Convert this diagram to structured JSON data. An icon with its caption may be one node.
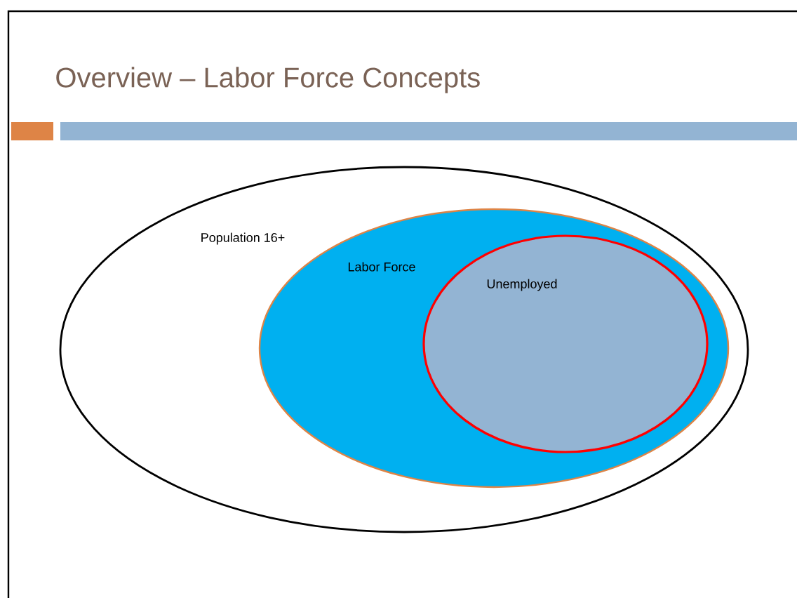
{
  "diagram": {
    "title": "Overview – Labor Force Concepts",
    "nodes": [
      {
        "text": [
          "Population 16+"
        ]
      },
      {
        "text": [
          "Labor Force"
        ],
        "in": 0
      },
      {
        "text": [
          "Unemployed"
        ],
        "in": 1
      }
    ]
  }
}
